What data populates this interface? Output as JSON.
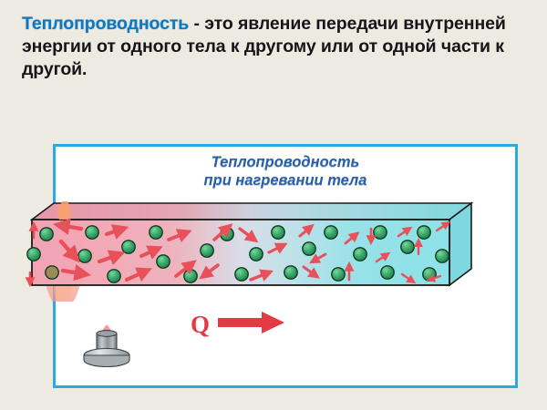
{
  "page": {
    "background_color": "#EDEAE1"
  },
  "header": {
    "term": "Теплопроводность",
    "dash": " - ",
    "definition": "это явление передачи внутренней энергии от одного тела к другому или от одной части к другой.",
    "term_color": "#1277bd",
    "text_color": "#16161a"
  },
  "diagram": {
    "border_color": "#29ABE2",
    "background_color": "#FFFFFF",
    "caption_line1": "Теплопроводность",
    "caption_line2": "при нагревании тела",
    "caption_color": "#2a5fa8",
    "heat_flow_label": "Q",
    "heat_flow_arrow_icon": "right-arrow-icon",
    "heat_flow_color": "#e23b42",
    "rod": {
      "hot_end_color": "#f4a6b4",
      "mid_color": "#d7dbe8",
      "cold_color": "#8fe3e8",
      "outline_color": "#1a1a1a",
      "molecule_color": "#3aa86a",
      "molecule_outline_color": "#123d22",
      "molecule_count": 26,
      "arrow_color": "#e8505a"
    },
    "burner": {
      "icon": "burner-icon",
      "body_color": "#8f969b",
      "base_color": "#c9cdd0",
      "flame_color": "#f79d77"
    }
  }
}
